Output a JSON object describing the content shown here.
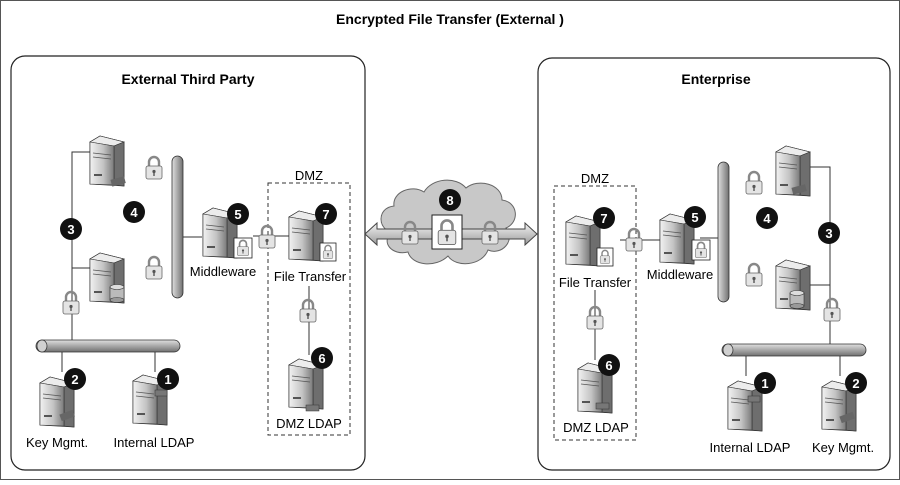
{
  "title": "Encrypted File Transfer (External )",
  "panels": {
    "left": {
      "title": "External Third Party"
    },
    "right": {
      "title": "Enterprise"
    }
  },
  "dmz_label": "DMZ",
  "components": {
    "middleware": "Middleware",
    "file_transfer": "File Transfer",
    "dmz_ldap": "DMZ LDAP",
    "key_mgmt": "Key Mgmt.",
    "internal_ldap": "Internal LDAP"
  },
  "markers": {
    "one": "1",
    "two": "2",
    "three": "3",
    "four": "4",
    "five": "5",
    "six": "6",
    "seven": "7",
    "eight": "8"
  },
  "icons": [
    "server-icon",
    "padlock-icon",
    "database-icon",
    "cloud-icon",
    "network-bus-icon",
    "double-arrow-icon"
  ]
}
